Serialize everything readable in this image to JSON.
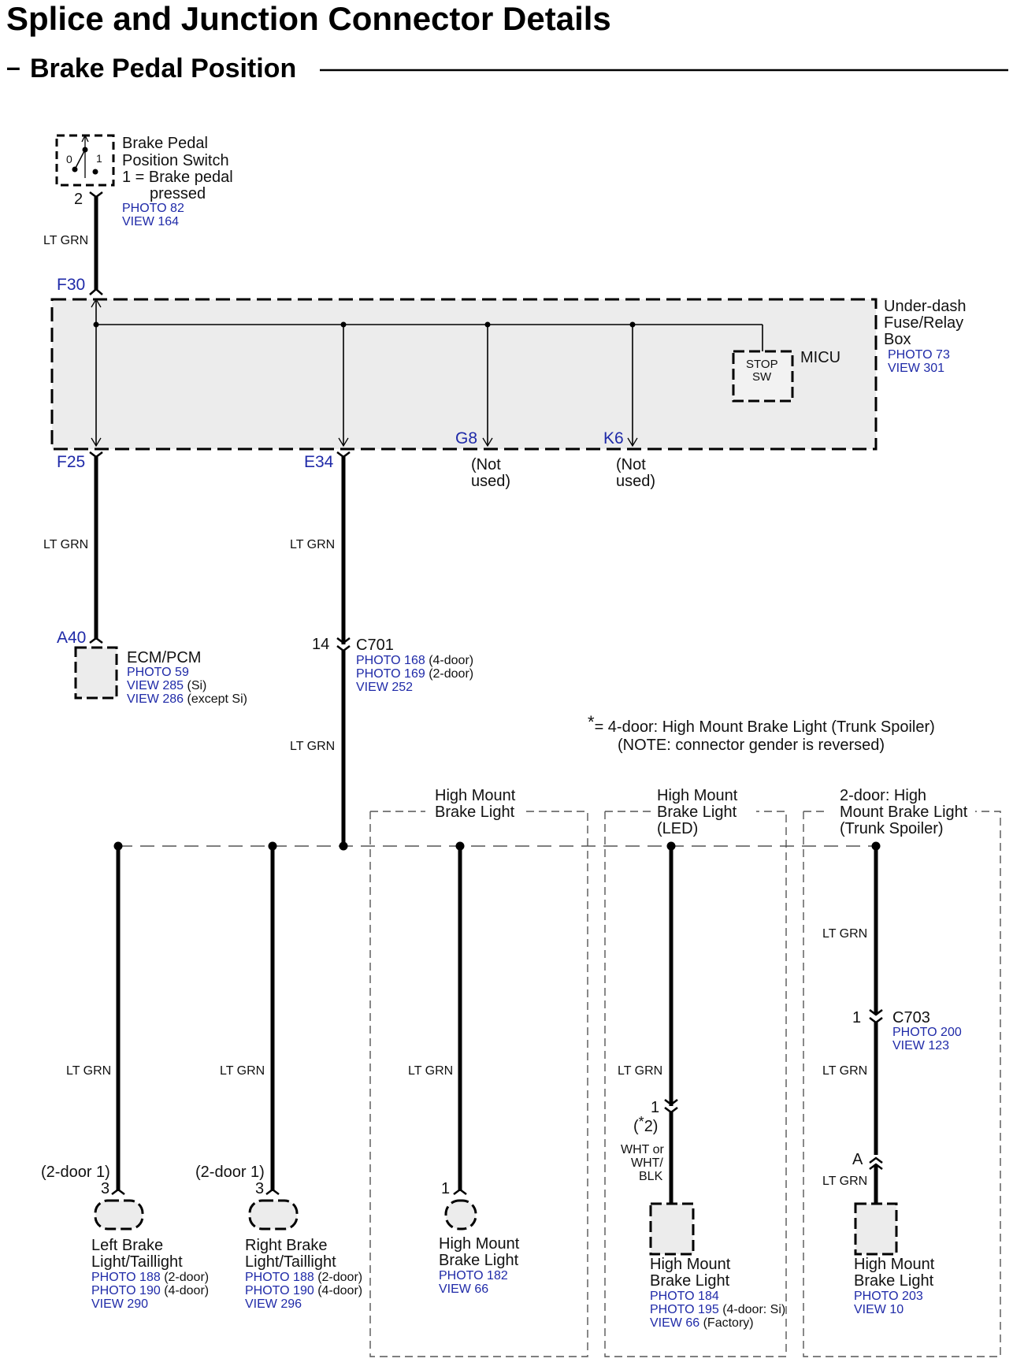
{
  "title": "Splice and Junction Connector Details",
  "subtitle": "Brake Pedal Position",
  "switch": {
    "name_l1": "Brake Pedal",
    "name_l2": "Position Switch",
    "note_l1": "1 = Brake pedal",
    "note_l2": "pressed",
    "pos0": "0",
    "pos1": "1",
    "pin": "2",
    "photo": "PHOTO 82",
    "view": "VIEW 164"
  },
  "fuse_box": {
    "name_l1": "Under-dash",
    "name_l2": "Fuse/Relay",
    "name_l3": "Box",
    "photo": "PHOTO 73",
    "view": "VIEW 301",
    "micu": "MICU",
    "stop_l1": "STOP",
    "stop_l2": "SW",
    "pin_in": "F30",
    "pin_f25": "F25",
    "pin_e34": "E34",
    "pin_g8": "G8",
    "pin_k6": "K6",
    "not_used_l1": "(Not",
    "not_used_l2": "used)"
  },
  "ecm": {
    "pin": "A40",
    "name": "ECM/PCM",
    "photo": "PHOTO 59",
    "view1": "VIEW 285",
    "view1_note": "(Si)",
    "view2": "VIEW 286",
    "view2_note": "(except Si)"
  },
  "c701": {
    "pin": "14",
    "name": "C701",
    "photo1": "PHOTO 168",
    "photo1_note": "(4-door)",
    "photo2": "PHOTO 169",
    "photo2_note": "(2-door)",
    "view": "VIEW 252"
  },
  "wire_color": "LT GRN",
  "footnote": {
    "star": "*",
    "line1": "=  4-door: High Mount Brake Light (Trunk Spoiler)",
    "line2": "(NOTE: connector gender is reversed)"
  },
  "groups": {
    "hm_l1": "High Mount",
    "hm_l2": "Brake Light",
    "led_l1": "High Mount",
    "led_l2": "Brake Light",
    "led_l3": "(LED)",
    "ts_l1": "2-door: High",
    "ts_l2": "Mount Brake Light",
    "ts_l3": "(Trunk Spoiler)"
  },
  "left_light": {
    "door": "(2-door 1)",
    "pin": "3",
    "name_l1": "Left Brake",
    "name_l2": "Light/Taillight",
    "photo1": "PHOTO 188",
    "photo1_note": "(2-door)",
    "photo2": "PHOTO 190",
    "photo2_note": "(4-door)",
    "view": "VIEW 290"
  },
  "right_light": {
    "door": "(2-door 1)",
    "pin": "3",
    "name_l1": "Right Brake",
    "name_l2": "Light/Taillight",
    "photo1": "PHOTO 188",
    "photo1_note": "(2-door)",
    "photo2": "PHOTO 190",
    "photo2_note": "(4-door)",
    "view": "VIEW 296"
  },
  "hm_light": {
    "pin": "1",
    "name_l1": "High Mount",
    "name_l2": "Brake Light",
    "photo": "PHOTO 182",
    "view": "VIEW 66"
  },
  "led_light": {
    "pin": "1",
    "pin_note_pre": "(",
    "pin_note_star": "*",
    "pin_note_post": "2)",
    "wire_l1": "WHT or",
    "wire_l2": "WHT/",
    "wire_l3": "BLK",
    "name_l1": "High Mount",
    "name_l2": "Brake Light",
    "photo1": "PHOTO 184",
    "photo2": "PHOTO 195",
    "photo2_note": "(4-door: Si)",
    "view": "VIEW 66",
    "view_note": "(Factory)"
  },
  "c703": {
    "pin": "1",
    "name": "C703",
    "photo": "PHOTO 200",
    "view": "VIEW 123"
  },
  "ts_light": {
    "pin": "A",
    "name_l1": "High Mount",
    "name_l2": "Brake Light",
    "photo": "PHOTO 203",
    "view": "VIEW 10"
  }
}
